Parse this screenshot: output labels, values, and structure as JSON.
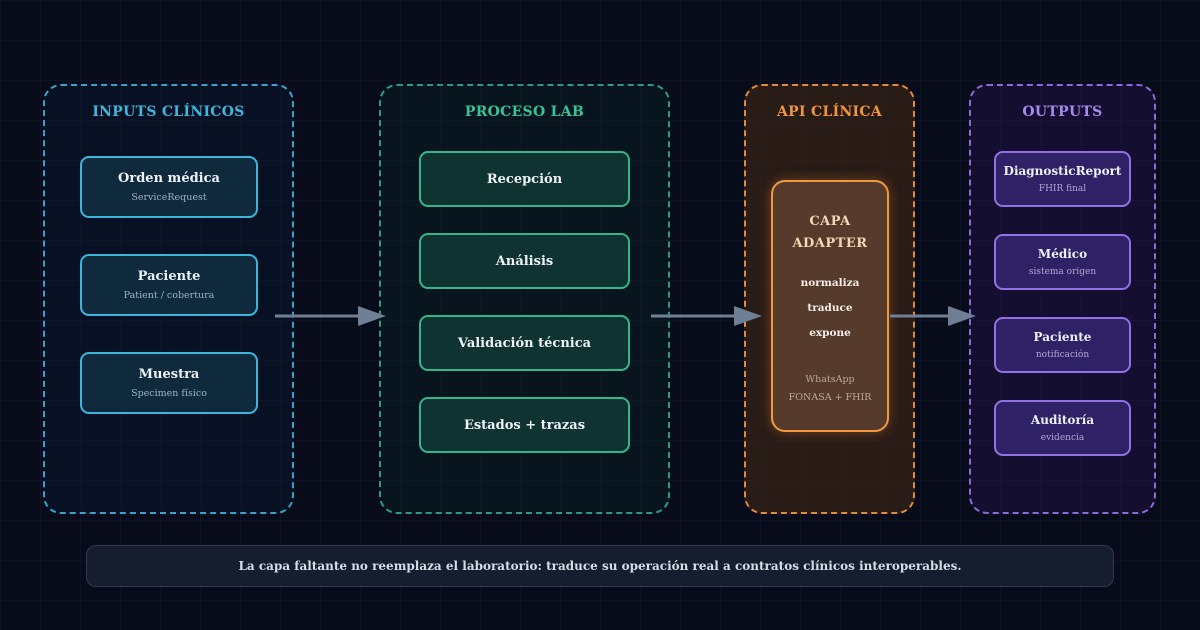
{
  "panels": {
    "inputs": {
      "title": "INPUTS CLÍNICOS",
      "items": [
        {
          "title": "Orden médica",
          "sub": "ServiceRequest"
        },
        {
          "title": "Paciente",
          "sub": "Patient / cobertura"
        },
        {
          "title": "Muestra",
          "sub": "Specimen físico"
        }
      ]
    },
    "proceso": {
      "title": "PROCESO LAB",
      "items": [
        {
          "title": "Recepción"
        },
        {
          "title": "Análisis"
        },
        {
          "title": "Validación técnica"
        },
        {
          "title": "Estados + trazas"
        }
      ]
    },
    "api": {
      "title": "API CLÍNICA",
      "adapter": {
        "title_line1": "CAPA",
        "title_line2": "ADAPTER",
        "verbs": [
          "normaliza",
          "traduce",
          "expone"
        ],
        "subs": [
          "WhatsApp",
          "FONASA + FHIR"
        ]
      }
    },
    "outputs": {
      "title": "OUTPUTS",
      "items": [
        {
          "title": "DiagnosticReport",
          "sub": "FHIR final"
        },
        {
          "title": "Médico",
          "sub": "sistema origen"
        },
        {
          "title": "Paciente",
          "sub": "notificación"
        },
        {
          "title": "Auditoría",
          "sub": "evidencia"
        }
      ]
    }
  },
  "footer": {
    "text": "La capa faltante no reemplaza el laboratorio: traduce su operación real a contratos clínicos interoperables."
  },
  "colors": {
    "background": "#080c1a",
    "inputs": "#3ab5dc",
    "proceso": "#34b58c",
    "api": "#f2983e",
    "outputs": "#9470e6",
    "arrow": "#6f7f96"
  }
}
